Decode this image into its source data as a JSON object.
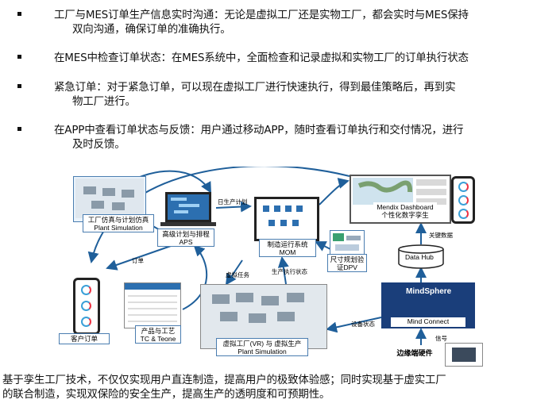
{
  "bullets": [
    {
      "line1": "工厂与MES订单生产信息实时沟通：无论是虚拟工厂还是实物工厂，都会实时与MES保持",
      "line2": "双向沟通，确保订单的准确执行。"
    },
    {
      "line1": "在MES中检查订单状态：在MES系统中，全面检查和记录虚拟和实物工厂的订单执行状态",
      "line2": ""
    },
    {
      "line1": "紧急订单：对于紧急订单，可以现在虚拟工厂进行快速执行，得到最佳策略后，再到实",
      "line2": "物工厂进行。"
    },
    {
      "line1": "在APP中查看订单状态与反馈：用户通过移动APP，随时查看订单执行和交付情况，进行",
      "line2": "及时反馈。"
    }
  ],
  "diagram": {
    "plant_sim": {
      "line1": "工厂仿真与计划仿真",
      "line2": "Plant Simulation"
    },
    "aps": {
      "line1": "高级计划与排程",
      "line2": "APS"
    },
    "mom": {
      "line1": "制造运行系统",
      "line2": "MOM"
    },
    "dashboard": {
      "line1": "Mendix Dashboard",
      "line2": "个性化数字孪生"
    },
    "dpv": {
      "line1": "尺寸规划验",
      "line2": "证DPV"
    },
    "data_hub": "Data Hub",
    "mindsphere": "MindSphere",
    "mind_connect": "Mind Connect",
    "customer_order": "客户订单",
    "tc": {
      "line1": "产品与工艺",
      "line2": "TC & Teone"
    },
    "virtual_factory": {
      "line1": "虚拟工厂(VR) 与 虚拟生产",
      "line2": "Plant Simulation"
    },
    "edge": "边缘端硬件",
    "flow_daily_plan": "日生产计划",
    "flow_order": "订单",
    "flow_virtual_task": "虚拟任务",
    "flow_exec_status": "生产执行状态",
    "flow_key_data": "关键数据",
    "flow_device_status": "设备状态",
    "flow_signal": "信号"
  },
  "footer": {
    "line1": "基于孪生工厂技术，不仅仅实现用户直连制造，提高用户的极致体验感；同时实现基于虚实工厂",
    "line2": "的联合制造，实现双保险的安全生产，提高生产的透明度和可预期性。"
  },
  "colors": {
    "arrow": "#1f5f9a",
    "box_border": "#4a7db0",
    "mindsphere_bg": "#1a3e7a"
  }
}
